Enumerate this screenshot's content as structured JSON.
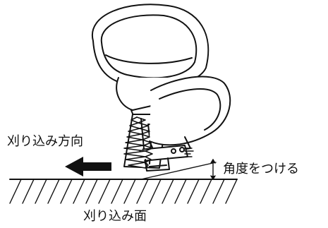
{
  "labels": {
    "cut_direction": "刈り込み方向",
    "angle": "角度をつける",
    "cut_surface": "刈り込み面"
  },
  "icons": {
    "arrow": "left-arrow-icon",
    "trimmer": "hedge-trimmer-icon",
    "ground": "hatched-ground-icon"
  },
  "colors": {
    "line": "#111111",
    "background": "#ffffff"
  }
}
